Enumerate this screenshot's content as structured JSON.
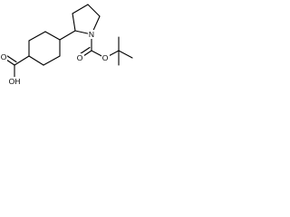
{
  "molecule": {
    "labels": {
      "hydroxyl": "OH",
      "carbonyl_oxygen_acid": "O",
      "nitrogen": "N",
      "carbonyl_oxygen_ester": "O",
      "ester_oxygen": "O"
    },
    "colors": {
      "bond": "#000000",
      "text": "#000000",
      "background": "#ffffff"
    }
  }
}
